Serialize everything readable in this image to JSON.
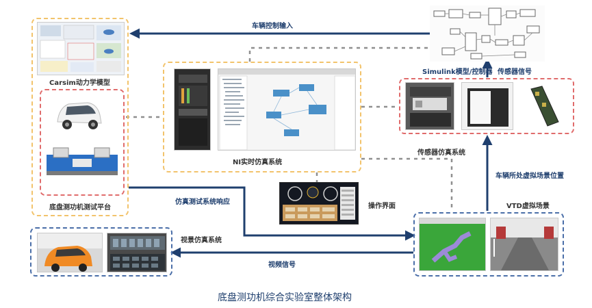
{
  "diagram": {
    "caption": "底盘测功机综合实验室整体架构",
    "labels": {
      "vehicle_control_input": "车辆控制输入",
      "simulink": "Simulink模型/控制器",
      "sensor_signal": "传感器信号",
      "carsim": "Carsim动力学模型",
      "ni": "NI实时仿真系统",
      "sensor_sim": "传感器仿真系统",
      "vehicle_position": "车辆所处虚拟场景位置",
      "chassis_platform": "底盘测功机测试平台",
      "sim_response": "仿真测试系统响应",
      "operation_ui": "操作界面",
      "vtd": "VTD虚拟场景",
      "visual_sim": "视景仿真系统",
      "video_signal": "视频信号"
    },
    "colors": {
      "arrow": "#1f3f6e",
      "yellow_border": "#f2c36b",
      "red_border": "#e06b6b",
      "blue_border": "#4a6ea8"
    }
  }
}
